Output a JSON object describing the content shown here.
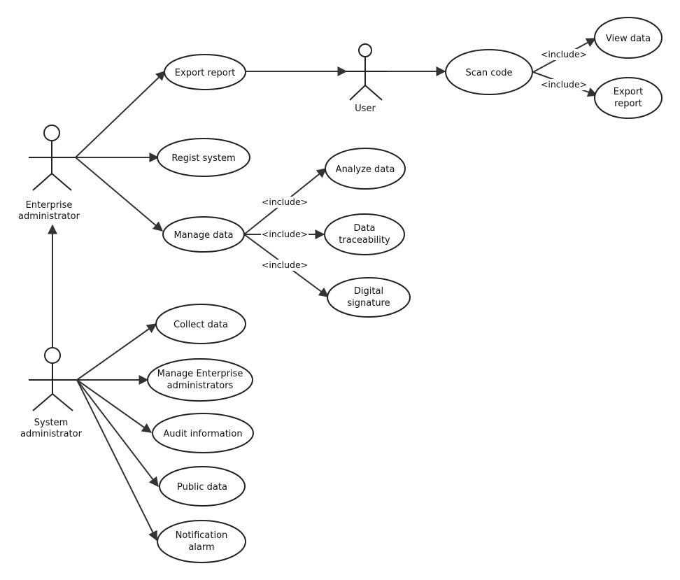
{
  "actors": {
    "enterprise_admin": {
      "line1": "Enterprise",
      "line2": "administrator"
    },
    "system_admin": {
      "line1": "System",
      "line2": "administrator"
    },
    "user": {
      "line1": "User"
    }
  },
  "use_cases": {
    "export_report": {
      "line1": "Export report"
    },
    "regist_system": {
      "line1": "Regist system"
    },
    "manage_data": {
      "line1": "Manage data"
    },
    "analyze_data": {
      "line1": "Analyze data"
    },
    "data_traceability": {
      "line1": "Data",
      "line2": "traceability"
    },
    "digital_signature": {
      "line1": "Digital",
      "line2": "signature"
    },
    "scan_code": {
      "line1": "Scan code"
    },
    "view_data": {
      "line1": "View data"
    },
    "export_report_user": {
      "line1": "Export",
      "line2": "report"
    },
    "collect_data": {
      "line1": "Collect data"
    },
    "manage_enterprise_admins": {
      "line1": "Manage Enterprise",
      "line2": "administrators"
    },
    "audit_information": {
      "line1": "Audit information"
    },
    "public_data": {
      "line1": "Public data"
    },
    "notification_alarm": {
      "line1": "Notification",
      "line2": "alarm"
    }
  },
  "relations": {
    "include_label": "<include>"
  },
  "colors": {
    "line": "#333333",
    "shape_stroke": "#222222",
    "fill": "#ffffff",
    "text": "#111111"
  }
}
